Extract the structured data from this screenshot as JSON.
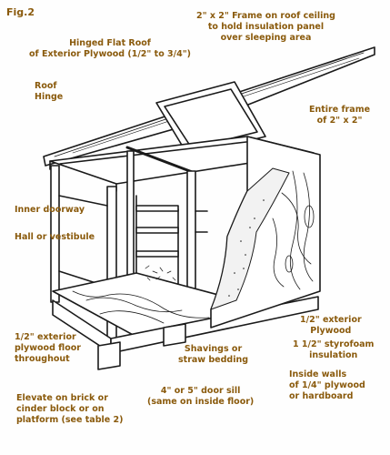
{
  "figure_label": "Fig.2",
  "labels": {
    "frame_roof_ceiling": [
      "2\" x 2\" Frame on roof ceiling",
      "to hold insulation panel",
      "over sleeping area"
    ],
    "hinged_flat_roof": [
      "Hinged Flat Roof",
      "of Exterior Plywood (1/2\" to 3/4\")"
    ],
    "roof_hinge": [
      "Roof",
      "Hinge"
    ],
    "entire_frame": [
      "Entire frame",
      "of 2\" x 2\""
    ],
    "inner_doorway": [
      "Inner doorway"
    ],
    "hall_vestibule": [
      "Hall or vestibule"
    ],
    "exterior_plywood": [
      "1/2\" exterior",
      "Plywood"
    ],
    "styrofoam": [
      "1 1/2\" styrofoam",
      "insulation"
    ],
    "plywood_floor": [
      "1/2\" exterior",
      "plywood floor",
      "throughout"
    ],
    "shavings": [
      "Shavings or",
      "straw bedding"
    ],
    "inside_walls": [
      "Inside walls",
      "of 1/4\" plywood",
      "or hardboard"
    ],
    "door_sill": [
      "4\" or 5\" door sill",
      "(same on inside floor)"
    ],
    "elevate": [
      "Elevate on brick or",
      "cinder block or on",
      "platform (see table 2)"
    ]
  },
  "colors": {
    "label_text": "#8a5a0c",
    "line_art": "#1a1a1a",
    "background": "#fefefe"
  }
}
